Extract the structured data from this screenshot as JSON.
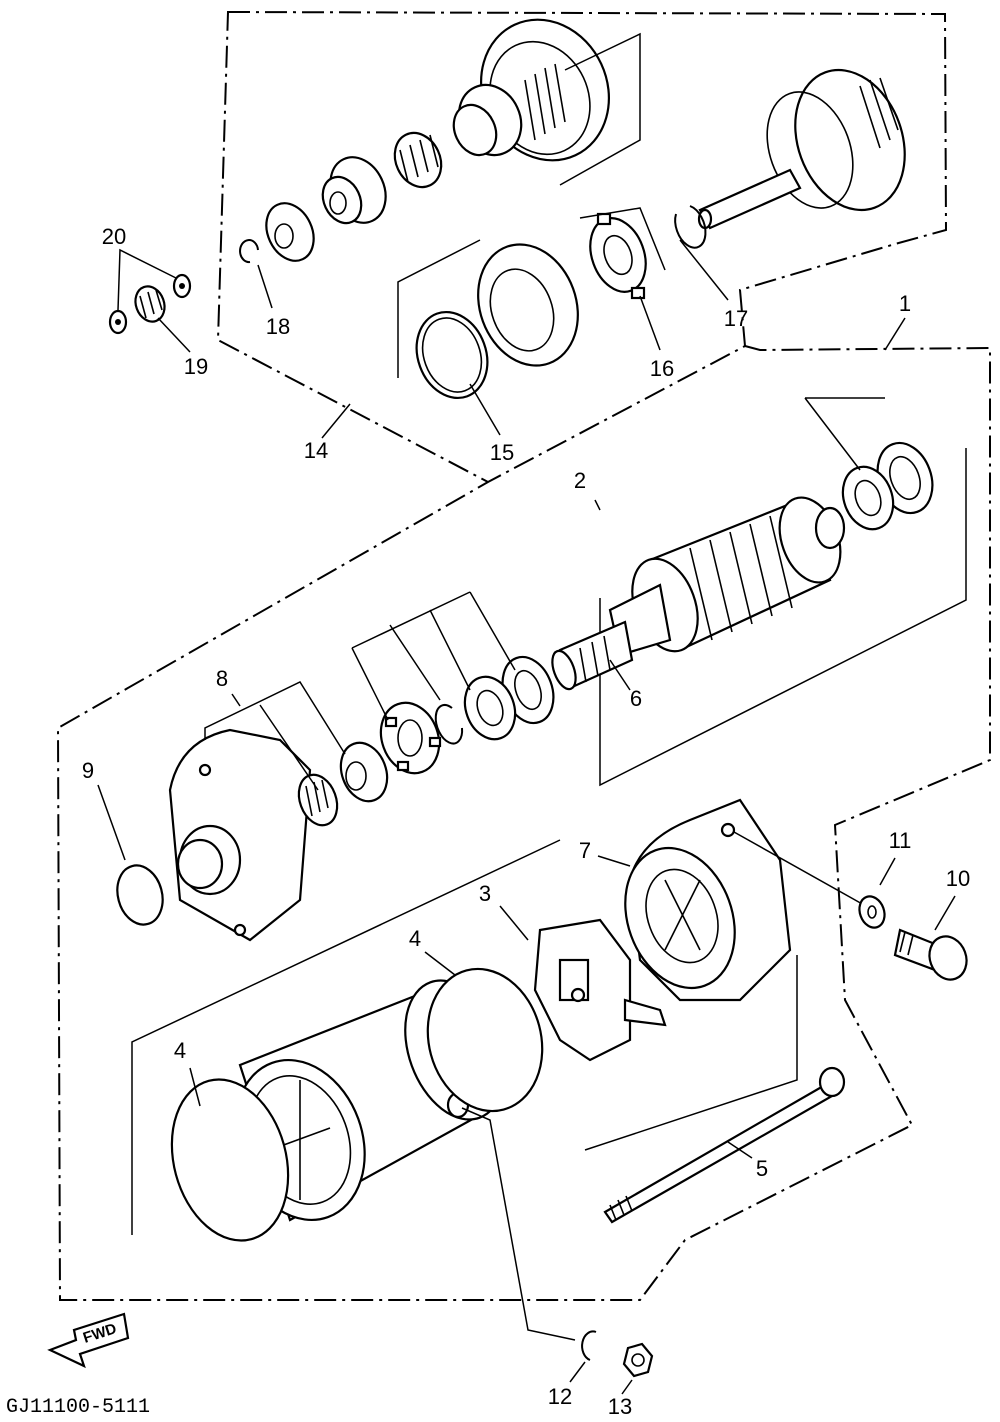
{
  "callouts": [
    {
      "id": "c1",
      "text": "1"
    },
    {
      "id": "c2",
      "text": "2"
    },
    {
      "id": "c3",
      "text": "3"
    },
    {
      "id": "c4a",
      "text": "4"
    },
    {
      "id": "c4b",
      "text": "4"
    },
    {
      "id": "c5",
      "text": "5"
    },
    {
      "id": "c6",
      "text": "6"
    },
    {
      "id": "c7",
      "text": "7"
    },
    {
      "id": "c8",
      "text": "8"
    },
    {
      "id": "c9",
      "text": "9"
    },
    {
      "id": "c10",
      "text": "10"
    },
    {
      "id": "c11",
      "text": "11"
    },
    {
      "id": "c12",
      "text": "12"
    },
    {
      "id": "c13",
      "text": "13"
    },
    {
      "id": "c14",
      "text": "14"
    },
    {
      "id": "c15",
      "text": "15"
    },
    {
      "id": "c16",
      "text": "16"
    },
    {
      "id": "c17",
      "text": "17"
    },
    {
      "id": "c18",
      "text": "18"
    },
    {
      "id": "c19",
      "text": "19"
    },
    {
      "id": "c20",
      "text": "20"
    }
  ],
  "fwd_label": "FWD",
  "drawing_code": "GJ11100-5111"
}
